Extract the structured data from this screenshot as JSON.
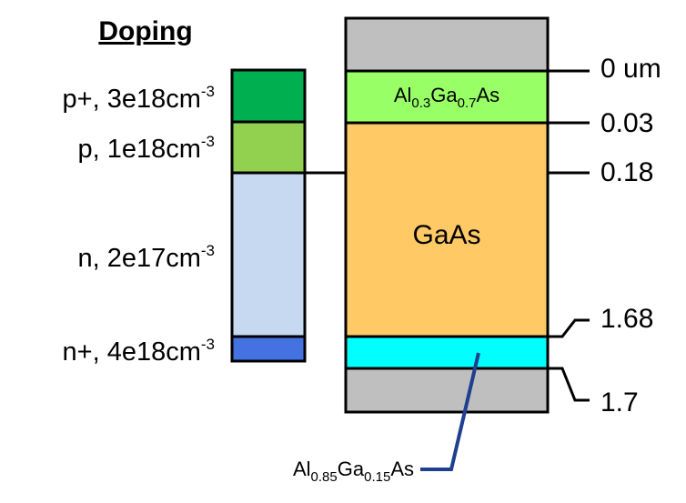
{
  "doping": {
    "title": "Doping",
    "regions": [
      {
        "type": "p+",
        "conc_base": "3e18cm",
        "conc_exp": "-3",
        "color": "#00b050"
      },
      {
        "type": "p",
        "conc_base": "1e18cm",
        "conc_exp": "-3",
        "color": "#92d050"
      },
      {
        "type": "n",
        "conc_base": "2e17cm",
        "conc_exp": "-3",
        "color": "#c6d9f1"
      },
      {
        "type": "n+",
        "conc_base": "4e18cm",
        "conc_exp": "-3",
        "color": "#4472e0"
      }
    ]
  },
  "stack": {
    "cap_color": "#bfbfbf",
    "layers": [
      {
        "id": "window",
        "parts": [
          {
            "t": "Al"
          },
          {
            "s": "0.3"
          },
          {
            "t": "Ga"
          },
          {
            "s": "0.7"
          },
          {
            "t": "As"
          }
        ],
        "color": "#99ff66",
        "top_um": 0,
        "bottom_um": 0.03
      },
      {
        "id": "absorber",
        "parts": [
          {
            "t": "GaAs"
          }
        ],
        "color": "#ffc966",
        "top_um": 0.03,
        "bottom_um": 1.68
      },
      {
        "id": "bsf",
        "parts": [
          {
            "t": "Al"
          },
          {
            "s": "0.85"
          },
          {
            "t": "Ga"
          },
          {
            "s": "0.15"
          },
          {
            "t": "As"
          }
        ],
        "color": "#00ffff",
        "top_um": 1.68,
        "bottom_um": 1.7
      }
    ]
  },
  "depth_ticks": [
    {
      "label": "0 um",
      "value_um": 0
    },
    {
      "label": "0.03",
      "value_um": 0.03
    },
    {
      "label": "0.18",
      "value_um": 0.18
    },
    {
      "label": "1.68",
      "value_um": 1.68
    },
    {
      "label": "1.7",
      "value_um": 1.7
    }
  ],
  "callout_color": "#1f3f8f"
}
